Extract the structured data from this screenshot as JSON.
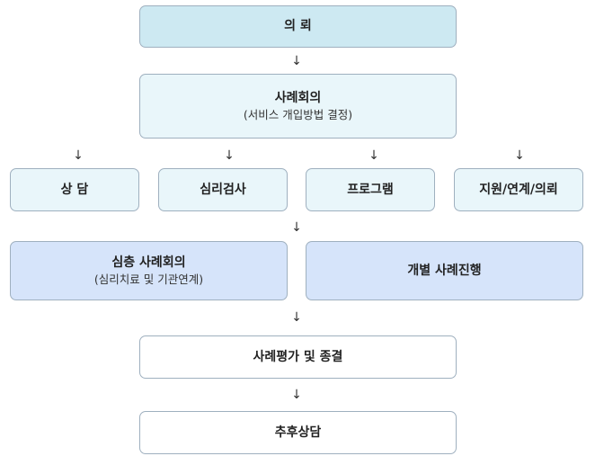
{
  "nodes": {
    "referral": {
      "title": "의 뢰"
    },
    "case_meeting": {
      "title": "사례회의",
      "subtitle": "(서비스 개입방법 결정)"
    },
    "services": [
      {
        "title": "상 담"
      },
      {
        "title": "심리검사"
      },
      {
        "title": "프로그램"
      },
      {
        "title": "지원/연계/의뢰"
      }
    ],
    "deep_meeting": {
      "title": "심층 사례회의",
      "subtitle": "(심리치료 및 기관연계)"
    },
    "individual": {
      "title": "개별 사례진행"
    },
    "evaluation": {
      "title": "사례평가 및 종결"
    },
    "followup": {
      "title": "추후상담"
    }
  },
  "arrow_glyph": "↓",
  "colors": {
    "top": "#cde9f2",
    "light": "#e9f6fa",
    "blue": "#d6e4fa",
    "white": "#ffffff",
    "border": "#9fb0bf"
  }
}
